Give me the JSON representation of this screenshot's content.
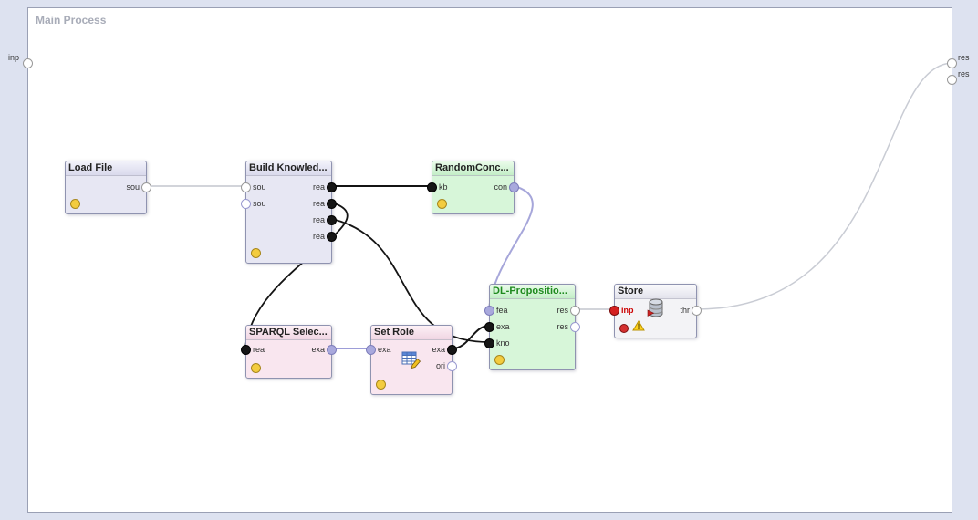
{
  "process": {
    "title": "Main Process"
  },
  "edge_ports": {
    "left": [
      {
        "label": "inp"
      }
    ],
    "right": [
      {
        "label": "res"
      },
      {
        "label": "res"
      }
    ]
  },
  "nodes": [
    {
      "title": "Load File",
      "ports_left": [],
      "ports_right": [
        {
          "label": "sou"
        }
      ]
    },
    {
      "title": "Build Knowled...",
      "ports_left": [
        {
          "label": "sou"
        },
        {
          "label": "sou"
        }
      ],
      "ports_right": [
        {
          "label": "rea"
        },
        {
          "label": "rea"
        },
        {
          "label": "rea"
        },
        {
          "label": "rea"
        }
      ]
    },
    {
      "title": "RandomConc...",
      "ports_left": [
        {
          "label": "kb"
        }
      ],
      "ports_right": [
        {
          "label": "con"
        }
      ]
    },
    {
      "title": "SPARQL Selec...",
      "ports_left": [
        {
          "label": "rea"
        }
      ],
      "ports_right": [
        {
          "label": "exa"
        }
      ]
    },
    {
      "title": "Set Role",
      "ports_left": [
        {
          "label": "exa"
        }
      ],
      "ports_right": [
        {
          "label": "exa"
        },
        {
          "label": "ori"
        }
      ]
    },
    {
      "title": "DL-Propositio...",
      "ports_left": [
        {
          "label": "fea"
        },
        {
          "label": "exa"
        },
        {
          "label": "kno"
        }
      ],
      "ports_right": [
        {
          "label": "res"
        },
        {
          "label": "res"
        }
      ]
    },
    {
      "title": "Store",
      "ports_left": [
        {
          "label": "inp"
        }
      ],
      "ports_right": [
        {
          "label": "thr"
        }
      ]
    }
  ],
  "icons": {
    "warning_glyph": "!"
  },
  "colors": {
    "canvas_bg": "#ffffff",
    "outer_bg": "#dde2f0",
    "wire_black": "#141414",
    "wire_gray": "#c3c6ce",
    "wire_lavender": "#9d9dd8",
    "node_lavender": "#e7e7f3",
    "node_green": "#d7f6d9",
    "node_pink": "#f9e6ef",
    "node_plain": "#f3f3f6",
    "status_yellow": "#f3cc3f",
    "port_red": "#d42020",
    "dl_title_green": "#1e8a1e"
  }
}
